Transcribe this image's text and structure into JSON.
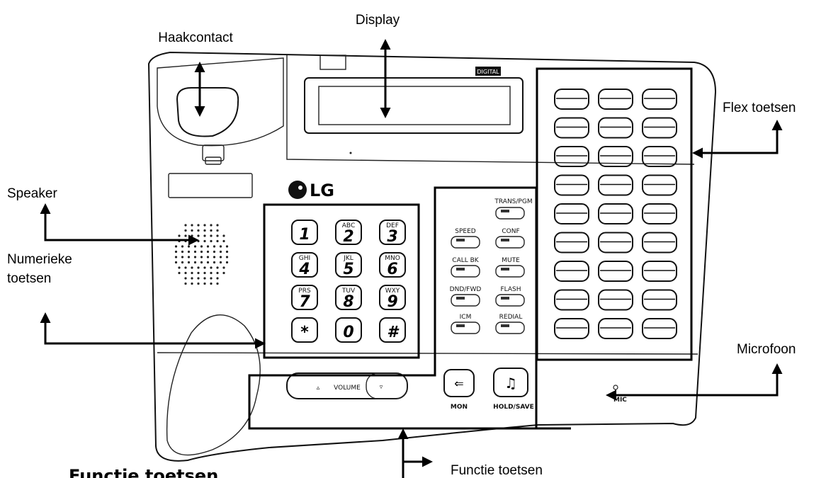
{
  "labels": {
    "display": "Display",
    "haakcontact": "Haakcontact",
    "flex": "Flex toetsen",
    "speaker": "Speaker",
    "numeriek_1": "Numerieke",
    "numeriek_2": "toetsen",
    "microfoon": "Microfoon",
    "functie": "Functie toetsen",
    "functie_heading": "Functie toetsen"
  },
  "phone": {
    "brand": "LG",
    "badge": "DIGITAL",
    "volume": "VOLUME",
    "mon": "MON",
    "hold_save": "HOLD/SAVE",
    "mic": "MIC"
  },
  "keypad": [
    {
      "digit": "1",
      "letters": ""
    },
    {
      "digit": "2",
      "letters": "ABC"
    },
    {
      "digit": "3",
      "letters": "DEF"
    },
    {
      "digit": "4",
      "letters": "GHI"
    },
    {
      "digit": "5",
      "letters": "JKL"
    },
    {
      "digit": "6",
      "letters": "MNO"
    },
    {
      "digit": "7",
      "letters": "PRS"
    },
    {
      "digit": "8",
      "letters": "TUV"
    },
    {
      "digit": "9",
      "letters": "WXY"
    },
    {
      "digit": "*",
      "letters": ""
    },
    {
      "digit": "0",
      "letters": ""
    },
    {
      "digit": "#",
      "letters": ""
    }
  ],
  "function_keys": {
    "trans_pgm": "TRANS/PGM",
    "speed": "SPEED",
    "conf": "CONF",
    "call_bk": "CALL BK",
    "mute": "MUTE",
    "dnd_fwd": "DND/FWD",
    "flash": "FLASH",
    "icm": "ICM",
    "redial": "REDIAL"
  }
}
